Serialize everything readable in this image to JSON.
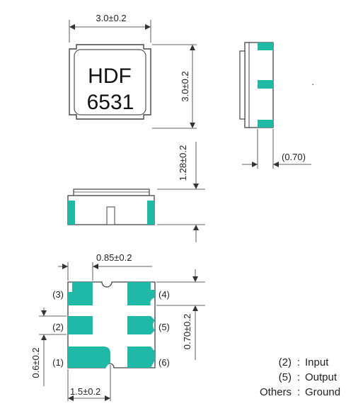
{
  "colors": {
    "pad": "#20b8a6",
    "outline": "#444444",
    "line": "#333333"
  },
  "top_view": {
    "marking_line1": "HDF",
    "marking_line2": "6531",
    "width_dim": "3.0±0.2",
    "height_dim": "3.0±0.2"
  },
  "side_view": {
    "pad_length_dim": "(0.70)"
  },
  "front_view": {
    "thickness_dim": "1.28±0.2"
  },
  "bottom_view": {
    "pitch_dim": "0.85±0.2",
    "pad_height_dim": "0.6±0.2",
    "pad_width_dim": "1.5±0.2",
    "pad_gap_dim": "0.70±0.2",
    "pins": [
      {
        "label": "(3)"
      },
      {
        "label": "(2)"
      },
      {
        "label": "(1)"
      },
      {
        "label": "(4)"
      },
      {
        "label": "(5)"
      },
      {
        "label": "(6)"
      }
    ]
  },
  "legend": [
    {
      "pin": "(2)",
      "sep": ":",
      "function": "Input"
    },
    {
      "pin": "(5)",
      "sep": ":",
      "function": "Output"
    },
    {
      "pin": "Others",
      "sep": ":",
      "function": "Ground"
    }
  ]
}
